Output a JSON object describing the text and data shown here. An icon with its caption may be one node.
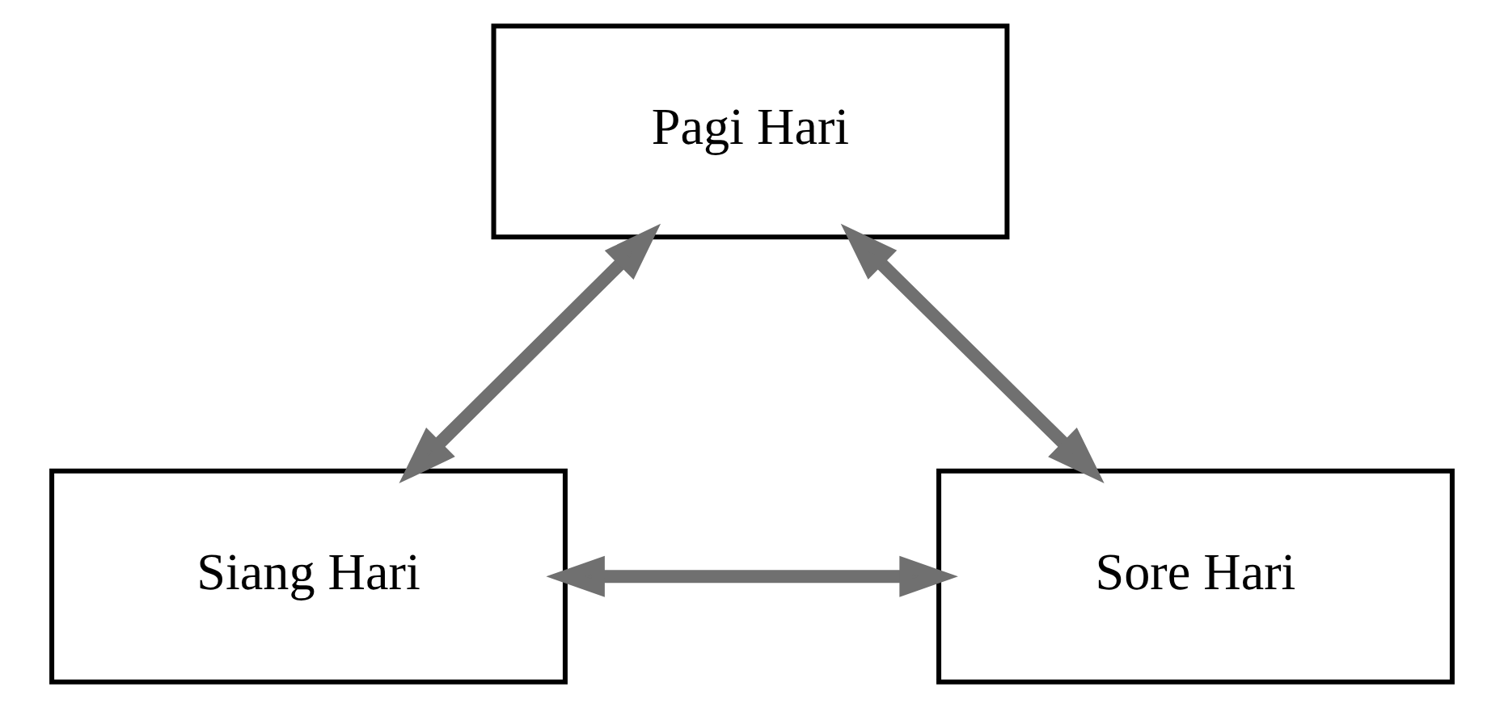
{
  "diagram": {
    "nodes": [
      {
        "text": [
          "Pagi Hari"
        ]
      },
      {
        "text": [
          "Siang Hari"
        ]
      },
      {
        "text": [
          "Sore Hari"
        ]
      }
    ],
    "edges": [
      {
        "from": 0,
        "to": 1,
        "arrow": "both"
      },
      {
        "from": 0,
        "to": 2,
        "arrow": "both"
      },
      {
        "from": 1,
        "to": 2,
        "arrow": "both"
      }
    ]
  }
}
